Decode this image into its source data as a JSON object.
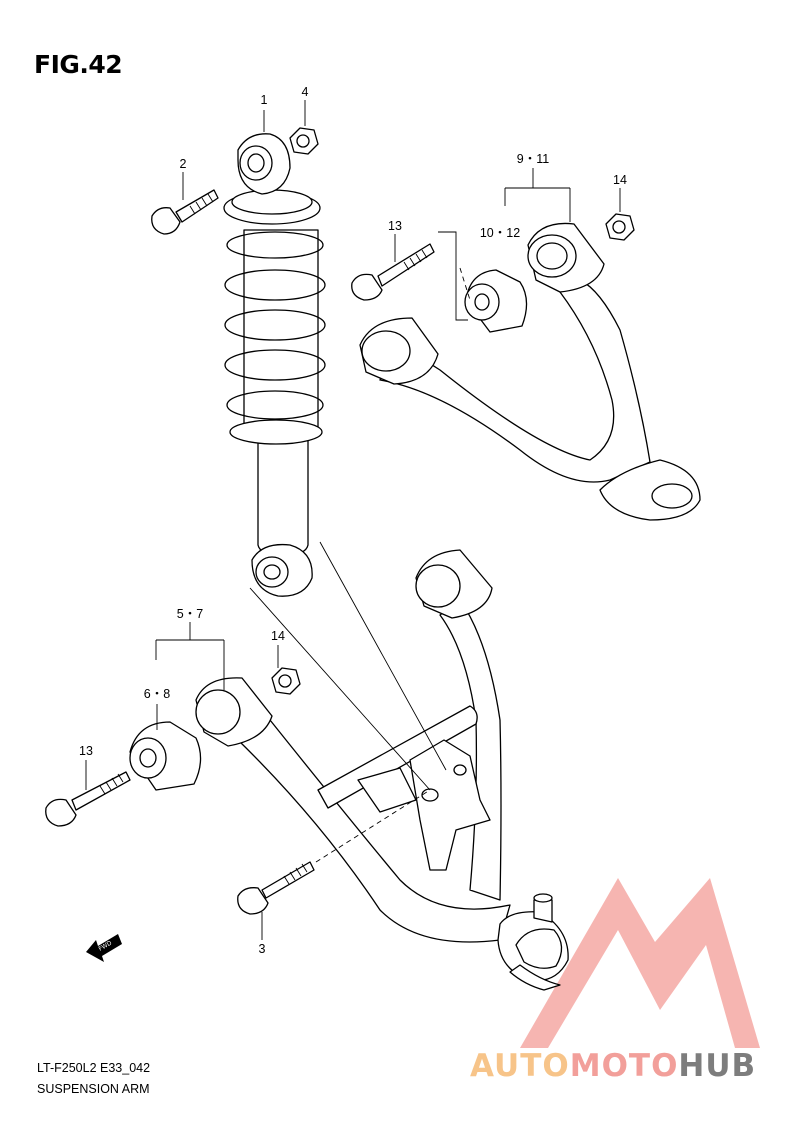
{
  "figure": {
    "title": "FIG.42"
  },
  "callouts": {
    "c1": "1",
    "c2": "2",
    "c3": "3",
    "c4": "4",
    "c5_7": "5・7",
    "c6_8": "6・8",
    "c9_11": "9・11",
    "c10_12": "10・12",
    "c13a": "13",
    "c13b": "13",
    "c14a": "14",
    "c14b": "14"
  },
  "fwd_label": "FWD",
  "footer": {
    "model_code": "LT-F250L2 E33_042",
    "caption": "SUSPENSION ARM"
  },
  "watermark": {
    "part1": "AUTO",
    "part2": "MOTO",
    "part3": "HUB",
    "colors": {
      "auto": "#f7c489",
      "moto": "#f29f9a",
      "hub": "#7d7d7d",
      "logo": "#f5a8a3"
    }
  }
}
